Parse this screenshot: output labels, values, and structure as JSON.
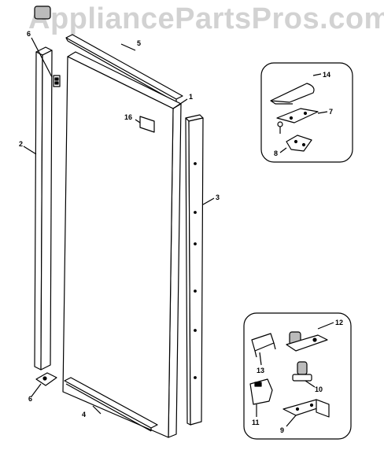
{
  "watermark": "AppliancePartsPros.com",
  "labels": {
    "p1": "1",
    "p2": "2",
    "p3": "3",
    "p4": "4",
    "p5": "5",
    "p6_top": "6",
    "p6_bottom": "6",
    "p7": "7",
    "p8": "8",
    "p9": "9",
    "p10": "10",
    "p11": "11",
    "p12": "12",
    "p13": "13",
    "p14": "14",
    "p16": "16"
  }
}
